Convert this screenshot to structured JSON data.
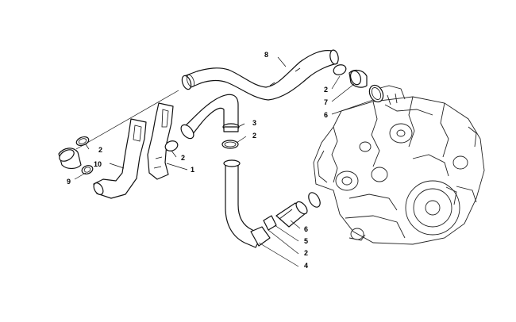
{
  "callouts": {
    "c1": "1",
    "c2a": "2",
    "c2b": "2",
    "c2c": "2",
    "c2d": "2",
    "c2e": "2",
    "c3": "3",
    "c4": "4",
    "c5": "5",
    "c6a": "6",
    "c6b": "6",
    "c7": "7",
    "c8": "8",
    "c9": "9",
    "c10": "10"
  }
}
